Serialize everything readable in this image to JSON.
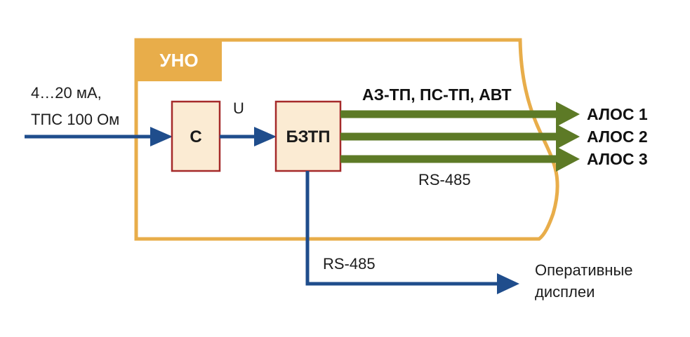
{
  "title": "УНО",
  "input_label": [
    "4…20 мА,",
    "ТПС 100 Ом"
  ],
  "block_c": "С",
  "signal_u": "U",
  "block_bztp": "БЗТП",
  "output_group_label": "АЗ-ТП, ПС-ТП, АВТ",
  "outputs": [
    "АЛОС 1",
    "АЛОС 2",
    "АЛОС 3"
  ],
  "bus_label_top": "RS-485",
  "bus_label_bottom": "RS-485",
  "display_label": [
    "Оперативные",
    "дисплеи"
  ],
  "colors": {
    "frame": "#e8ad4a",
    "title_bg": "#e8ad4a",
    "block_fill": "#fbebd3",
    "block_border": "#a52a2a",
    "blue_line": "#1f4d8c",
    "green_line": "#5d7a26"
  }
}
